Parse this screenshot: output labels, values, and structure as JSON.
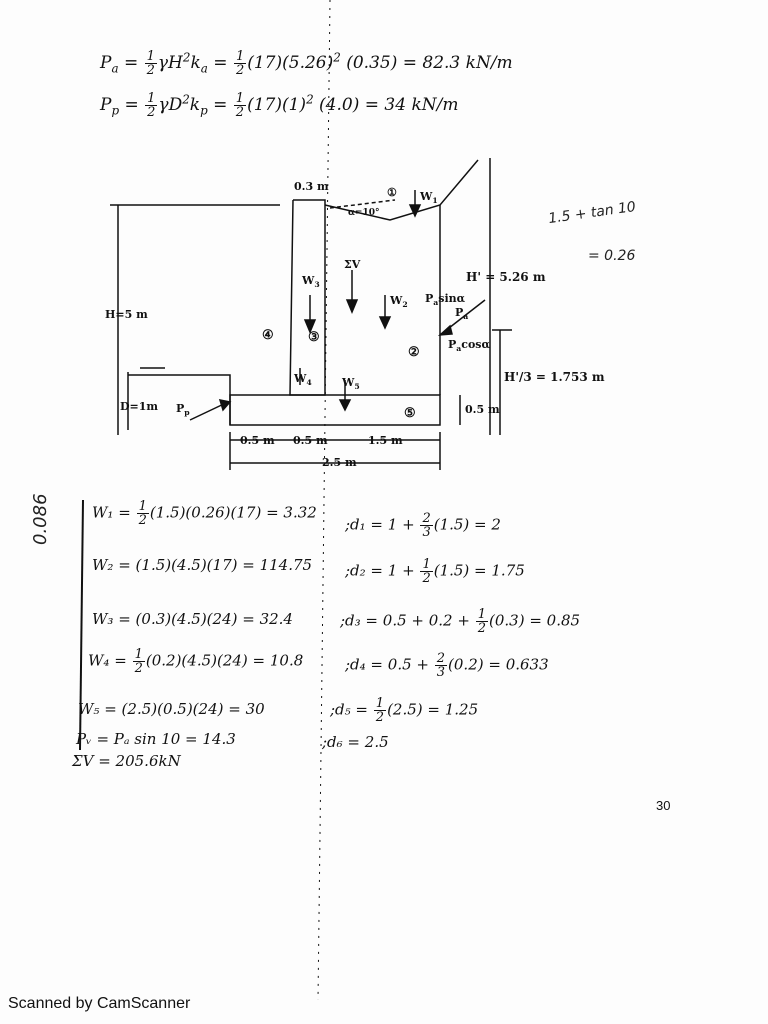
{
  "equations_top": {
    "pa_lhs": "P",
    "pa_result": "= 82.3 kN/m",
    "pa_expr": "(17)(5.26)",
    "pa_tail": "(0.35)",
    "pp_result": "= 34 kN/m",
    "pp_expr": "(17)(1)",
    "pp_tail": "(4.0)"
  },
  "diagram": {
    "top_width": "0.3 m",
    "theta_label": "α=10°",
    "circle1": "①",
    "w1": "W",
    "sum_v": "ΣV",
    "w3": "W",
    "w2": "W",
    "pa_sin": "P",
    "pa": "P",
    "pa_cos": "P",
    "h_prime": "H' = 5.26 m",
    "h": "H=5 m",
    "circle4": "④",
    "circle3": "③",
    "circle2": "②",
    "w4": "W",
    "w5": "W",
    "h3": "H'/3 = 1.753 m",
    "d_label": "D=1m",
    "pp": "P",
    "circle5": "⑤",
    "base_thickness": "0.5 m",
    "dim_a": "0.5 m",
    "dim_b": "0.5 m",
    "dim_c": "1.5 m",
    "dim_total": "2.5 m"
  },
  "handwritten": {
    "margin_note": "0.086",
    "side_1": "1.5 + tan 10",
    "side_2": "= 0.26"
  },
  "weights": [
    {
      "w": "W₁",
      "expr_pre": "=",
      "expr_post": "(1.5)(0.26)(17) = 3.32",
      "frac": [
        "1",
        "2"
      ],
      "d": ";d₁ = 1 +",
      "d_frac": [
        "2",
        "3"
      ],
      "d_post": "(1.5) = 2"
    },
    {
      "w": "W₂",
      "expr_pre": "= (1.5)(4.5)(17) = 114.75",
      "expr_post": "",
      "frac": null,
      "d": ";d₂ = 1 +",
      "d_frac": [
        "1",
        "2"
      ],
      "d_post": "(1.5) = 1.75"
    },
    {
      "w": "W₃",
      "expr_pre": "= (0.3)(4.5)(24) = 32.4",
      "expr_post": "",
      "frac": null,
      "d": ";d₃ = 0.5 + 0.2 +",
      "d_frac": [
        "1",
        "2"
      ],
      "d_post": "(0.3) = 0.85"
    },
    {
      "w": "W₄",
      "expr_pre": "=",
      "expr_post": "(0.2)(4.5)(24) = 10.8",
      "frac": [
        "1",
        "2"
      ],
      "d": ";d₄ = 0.5 +",
      "d_frac": [
        "2",
        "3"
      ],
      "d_post": "(0.2) = 0.633"
    },
    {
      "w": "W₅",
      "expr_pre": "= (2.5)(0.5)(24) = 30",
      "expr_post": "",
      "frac": null,
      "d": ";d₅ =",
      "d_frac": [
        "1",
        "2"
      ],
      "d_post": "(2.5) = 1.25"
    }
  ],
  "pv_line": "Pᵥ = Pₐ sin 10 = 14.3",
  "d6_line": ";d₆ = 2.5",
  "sum_v_line": "ΣV = 205.6kN",
  "page_number": "30",
  "footer": "Scanned by CamScanner"
}
